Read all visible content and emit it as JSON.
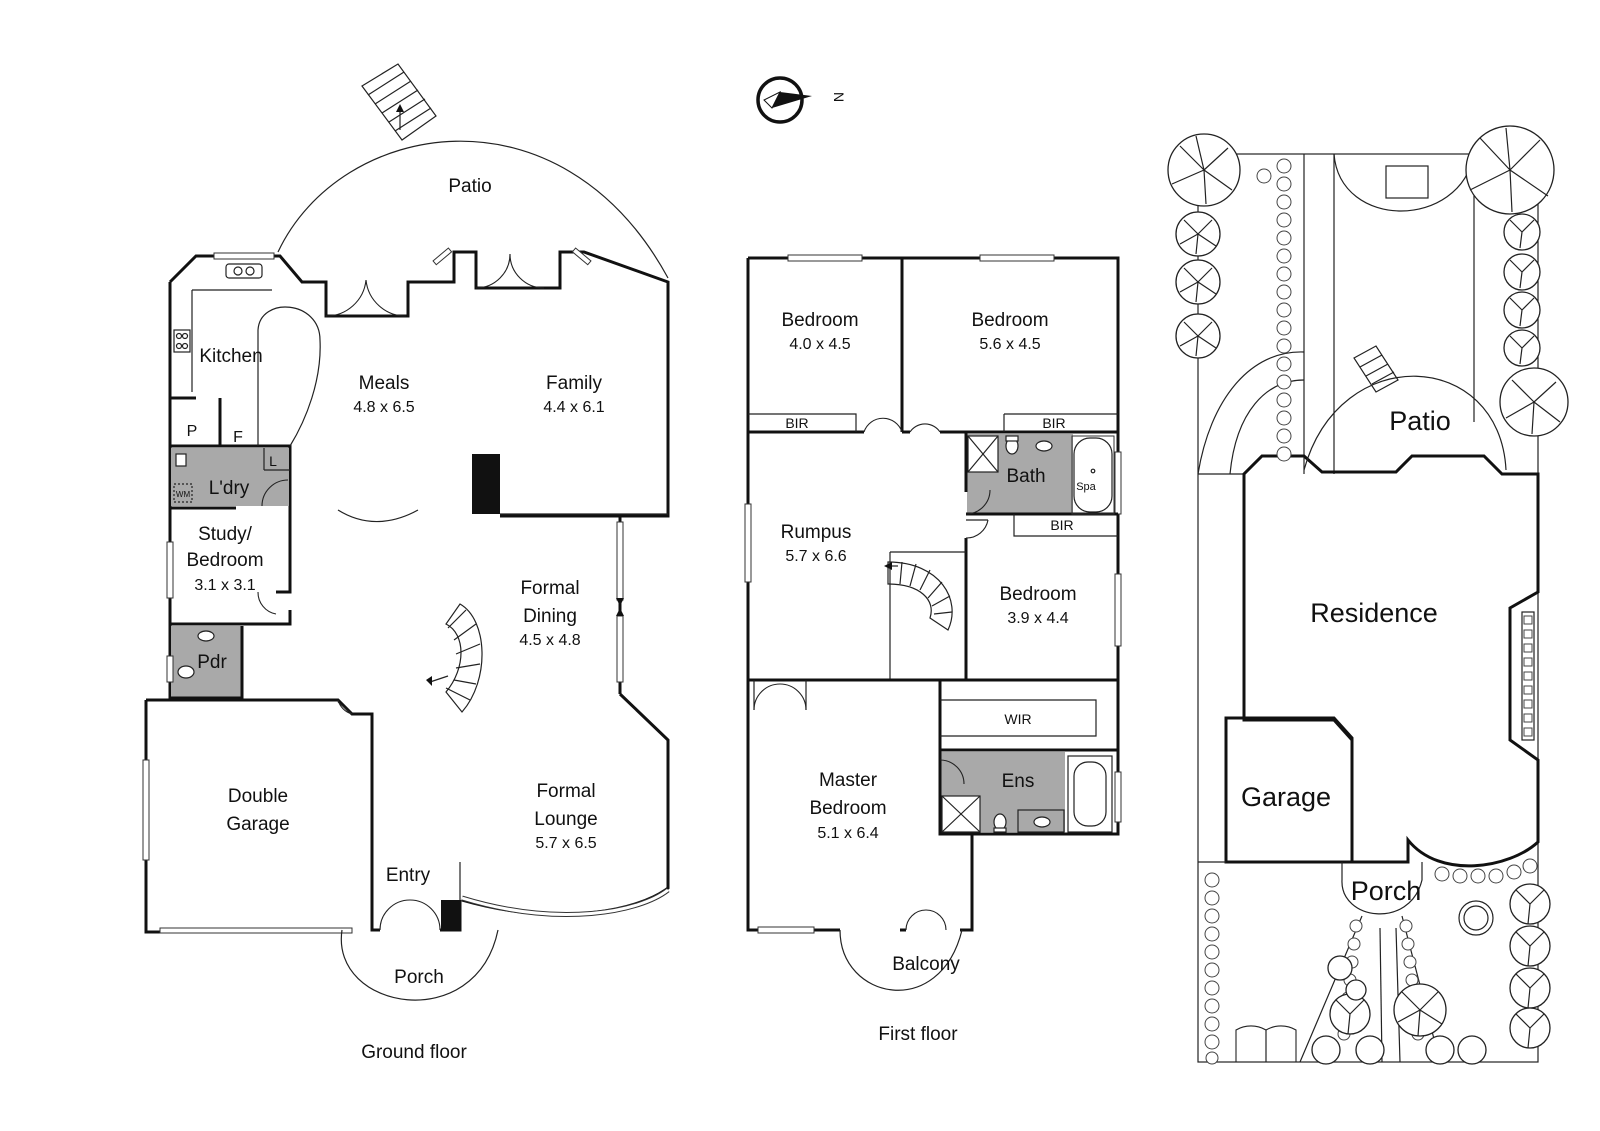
{
  "compass": {
    "north_label": "N"
  },
  "ground_floor": {
    "caption": "Ground floor",
    "rooms": {
      "patio": {
        "name": "Patio"
      },
      "kitchen": {
        "name": "Kitchen"
      },
      "pantry": {
        "name": "P"
      },
      "fridge": {
        "name": "F"
      },
      "laundry": {
        "name": "L'dry",
        "linen": "L",
        "washing_machine": "WM"
      },
      "meals": {
        "name": "Meals",
        "size": "4.8 x 6.5"
      },
      "family": {
        "name": "Family",
        "size": "4.4 x 6.1"
      },
      "study": {
        "name_line1": "Study/",
        "name_line2": "Bedroom",
        "size": "3.1 x 3.1"
      },
      "powder": {
        "name": "Pdr"
      },
      "formal_dining": {
        "name_line1": "Formal",
        "name_line2": "Dining",
        "size": "4.5 x 4.8"
      },
      "double_garage": {
        "name_line1": "Double",
        "name_line2": "Garage"
      },
      "formal_lounge": {
        "name_line1": "Formal",
        "name_line2": "Lounge",
        "size": "5.7 x 6.5"
      },
      "entry": {
        "name": "Entry"
      },
      "porch": {
        "name": "Porch"
      }
    }
  },
  "first_floor": {
    "caption": "First floor",
    "rooms": {
      "bedroom_1": {
        "name": "Bedroom",
        "size": "4.0 x 4.5"
      },
      "bedroom_2": {
        "name": "Bedroom",
        "size": "5.6 x 4.5"
      },
      "bir_1": {
        "name": "BIR"
      },
      "bir_2": {
        "name": "BIR"
      },
      "bir_3": {
        "name": "BIR"
      },
      "bath": {
        "name": "Bath",
        "spa": "Spa"
      },
      "rumpus": {
        "name": "Rumpus",
        "size": "5.7 x 6.6"
      },
      "bedroom_3": {
        "name": "Bedroom",
        "size": "3.9 x 4.4"
      },
      "wir": {
        "name": "WIR"
      },
      "ensuite": {
        "name": "Ens"
      },
      "master": {
        "name_line1": "Master",
        "name_line2": "Bedroom",
        "size": "5.1 x 6.4"
      },
      "balcony": {
        "name": "Balcony"
      }
    }
  },
  "site_plan": {
    "patio": "Patio",
    "residence": "Residence",
    "garage": "Garage",
    "porch": "Porch"
  }
}
